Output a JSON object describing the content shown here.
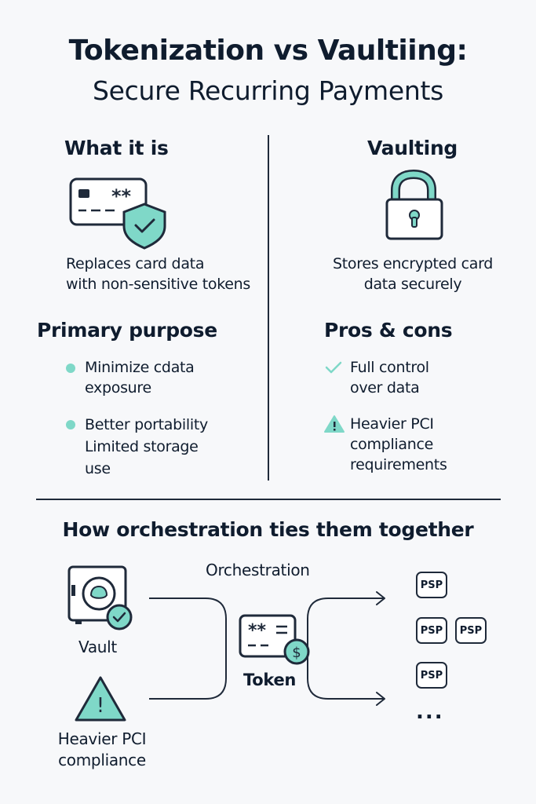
{
  "header": {
    "title": "Tokenization vs Vaultiing:",
    "subtitle": "Secure Recurring Payments"
  },
  "left": {
    "heading": "What it is",
    "description_lines": [
      "Replaces card data",
      "with non-sensitive tokens"
    ],
    "card_mask": "**",
    "purpose_heading": "Primary purpose",
    "bullets": [
      {
        "lines": [
          "Minimize cdata",
          "exposure"
        ]
      },
      {
        "lines": [
          "Better portability",
          "Limited storage",
          "use"
        ]
      }
    ]
  },
  "right": {
    "heading": "Vaulting",
    "description_lines": [
      "Stores encrypted card",
      "data securely"
    ],
    "pros_heading": "Pros & cons",
    "items": [
      {
        "icon": "check-icon",
        "lines": [
          "Full control",
          "over data"
        ]
      },
      {
        "icon": "warning-icon",
        "lines": [
          "Heavier PCI",
          "compliance",
          "requirements"
        ]
      }
    ]
  },
  "orchestration": {
    "heading": "How orchestration ties them together",
    "center_label": "Orchestration",
    "vault_label": "Vault",
    "compliance_lines": [
      "Heavier PCI",
      "compliance"
    ],
    "token_label": "Token",
    "token_mask": "**",
    "token_currency": "$",
    "warning_mark": "!",
    "psp_label": "PSP",
    "more": "..."
  },
  "colors": {
    "accent": "#7fd8c8",
    "ink": "#1f2a3a",
    "background": "#f7f8fa"
  }
}
